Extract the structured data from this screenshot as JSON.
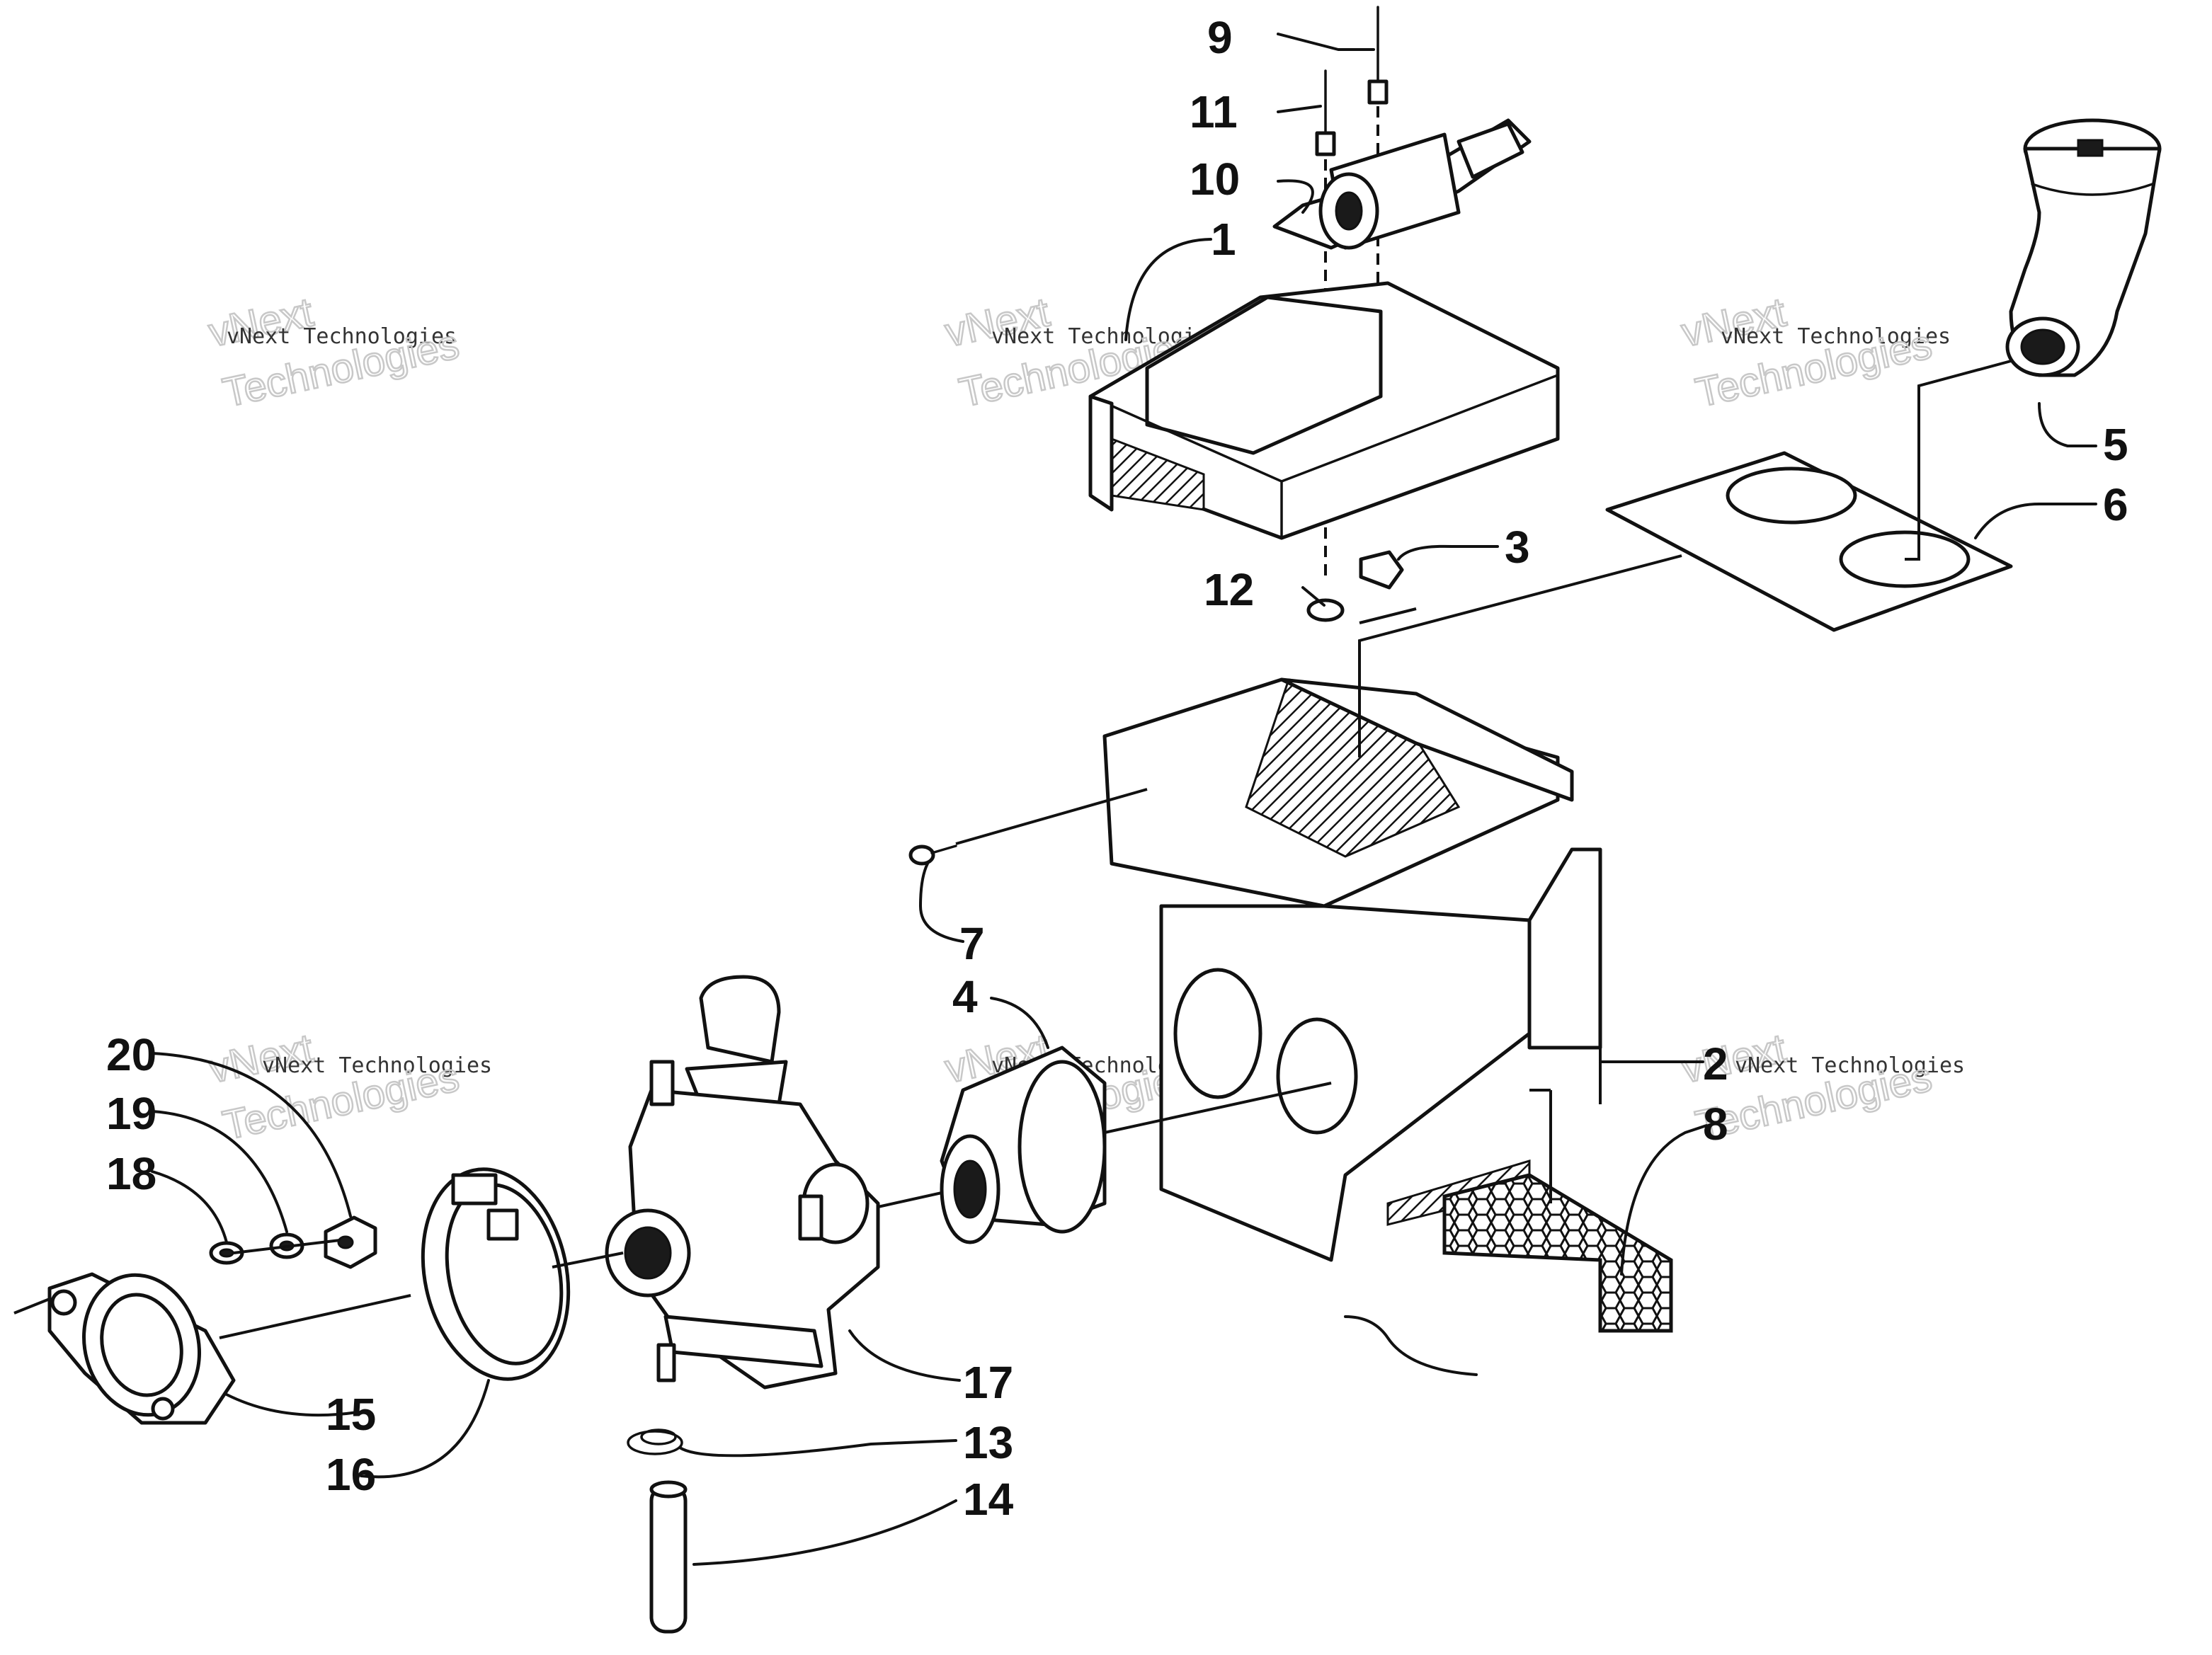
{
  "callouts": [
    {
      "label": "1"
    },
    {
      "label": "2"
    },
    {
      "label": "3"
    },
    {
      "label": "4"
    },
    {
      "label": "5"
    },
    {
      "label": "6"
    },
    {
      "label": "7"
    },
    {
      "label": "8"
    },
    {
      "label": "9"
    },
    {
      "label": "10"
    },
    {
      "label": "11"
    },
    {
      "label": "12"
    },
    {
      "label": "13"
    },
    {
      "label": "14"
    },
    {
      "label": "15"
    },
    {
      "label": "16"
    },
    {
      "label": "17"
    },
    {
      "label": "18"
    },
    {
      "label": "19"
    },
    {
      "label": "20"
    }
  ],
  "watermark": {
    "company_line": "vNext Technologies",
    "brand_large_top": "vNext",
    "brand_large_bottom": "Technologies"
  },
  "colors": {
    "ink": "#111111",
    "paper": "#ffffff",
    "watermark": "#c8c8c8"
  }
}
